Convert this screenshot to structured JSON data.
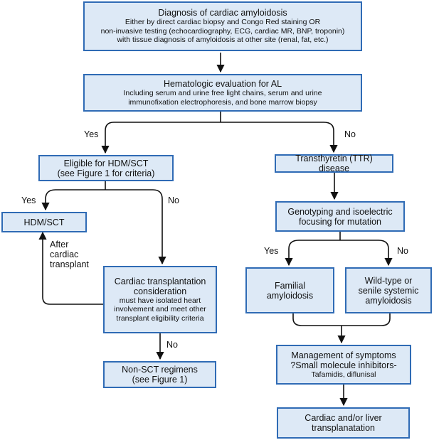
{
  "nodes": {
    "diagnosis": {
      "title": "Diagnosis of cardiac amyloidosis",
      "lines": [
        "Either by direct cardiac biopsy and Congo Red staining OR",
        "non-invasive testing (echocardiography, ECG, cardiac MR, BNP, troponin)",
        "with tissue diagnosis of amyloidosis at other site (renal, fat, etc.)"
      ]
    },
    "hematologic": {
      "title": "Hematologic evaluation for AL",
      "lines": [
        "Including serum and urine free light chains, serum and urine",
        "immunofixation electrophoresis, and bone marrow biopsy"
      ]
    },
    "eligible": {
      "lines": [
        "Eligible for HDM/SCT",
        "(see Figure 1 for criteria)"
      ]
    },
    "hdm_sct": {
      "title": "HDM/SCT"
    },
    "cardiac_tx": {
      "lines": [
        "Cardiac transplantation",
        "consideration"
      ],
      "sub_lines": [
        "must have isolated heart",
        "involvement and meet other",
        "transplant eligibility criteria"
      ]
    },
    "non_sct": {
      "lines": [
        "Non-SCT regimens",
        "(see Figure 1)"
      ]
    },
    "ttr": {
      "title": "Transthyretin (TTR) disease"
    },
    "genotyping": {
      "lines": [
        "Genotyping and isoelectric",
        "focusing for mutation"
      ]
    },
    "familial": {
      "lines": [
        "Familial",
        "amyloidosis"
      ]
    },
    "wild_type": {
      "lines": [
        "Wild-type or",
        "senile systemic",
        "amyloidosis"
      ]
    },
    "management": {
      "lines": [
        "Management of symptoms",
        "?Small molecule inhibitors-"
      ],
      "sub_lines": [
        "Tafamidis, diflunisal"
      ]
    },
    "liver": {
      "lines": [
        "Cardiac and/or liver",
        "transplanatation"
      ]
    }
  },
  "edge_labels": {
    "yes_left": "Yes",
    "no_right": "No",
    "yes_hdm": "Yes",
    "no_cardiac": "No",
    "no_nonsct": "No",
    "yes_familial": "Yes",
    "no_wild": "No",
    "after_tx": [
      "After",
      "cardiac",
      "transplant"
    ]
  }
}
